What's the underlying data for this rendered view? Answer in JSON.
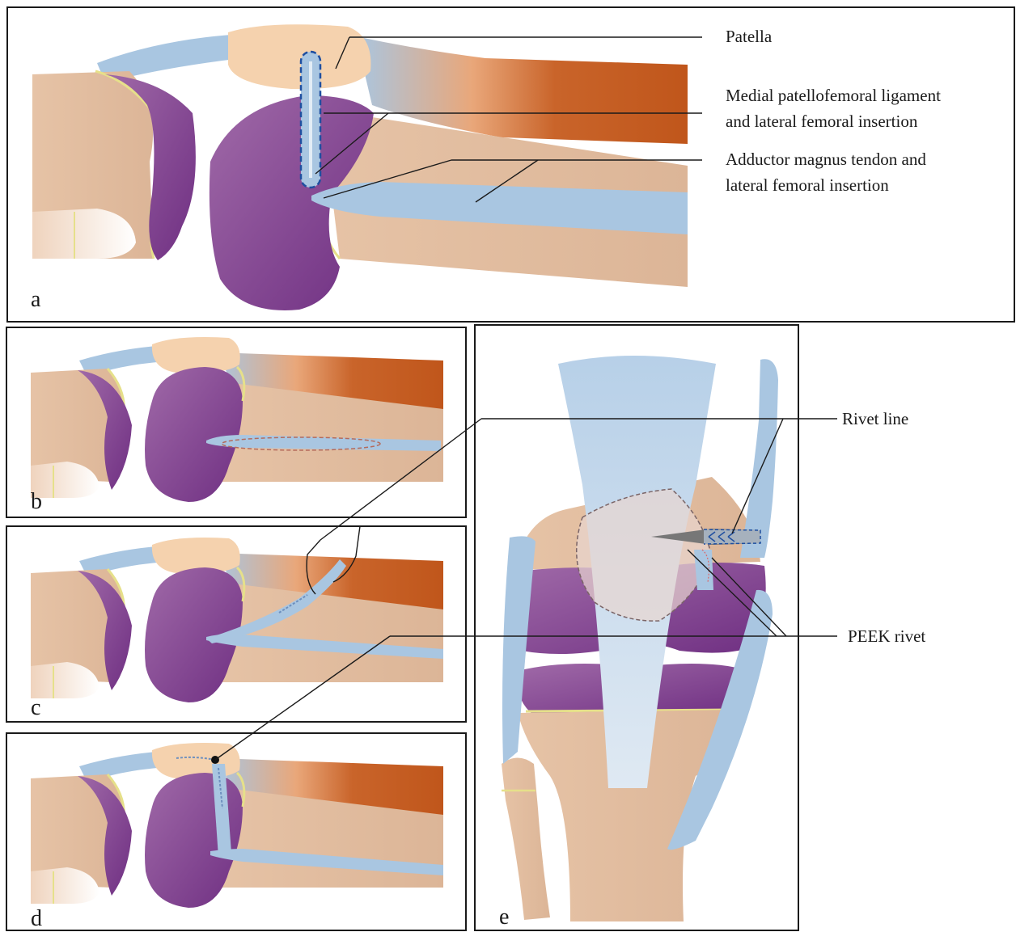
{
  "panels": {
    "a": "a",
    "b": "b",
    "c": "c",
    "d": "d",
    "e": "e"
  },
  "annotations": {
    "patella": "Patella",
    "mpfl_line1": "Medial patellofemoral ligament",
    "mpfl_line2": "and lateral femoral insertion",
    "amt_line1": "Adductor magnus tendon and",
    "amt_line2": "lateral femoral insertion",
    "rivet_line": "Rivet line",
    "peek_rivet": "PEEK rivet"
  },
  "colors": {
    "bone": "#e9c8ad",
    "cartilage_purple": "#8c4e96",
    "ligament_blue": "#a9c6e1",
    "muscle_orange": "#c35a1f",
    "patella": "#f5d2ae",
    "implant_grey": "#777777"
  }
}
